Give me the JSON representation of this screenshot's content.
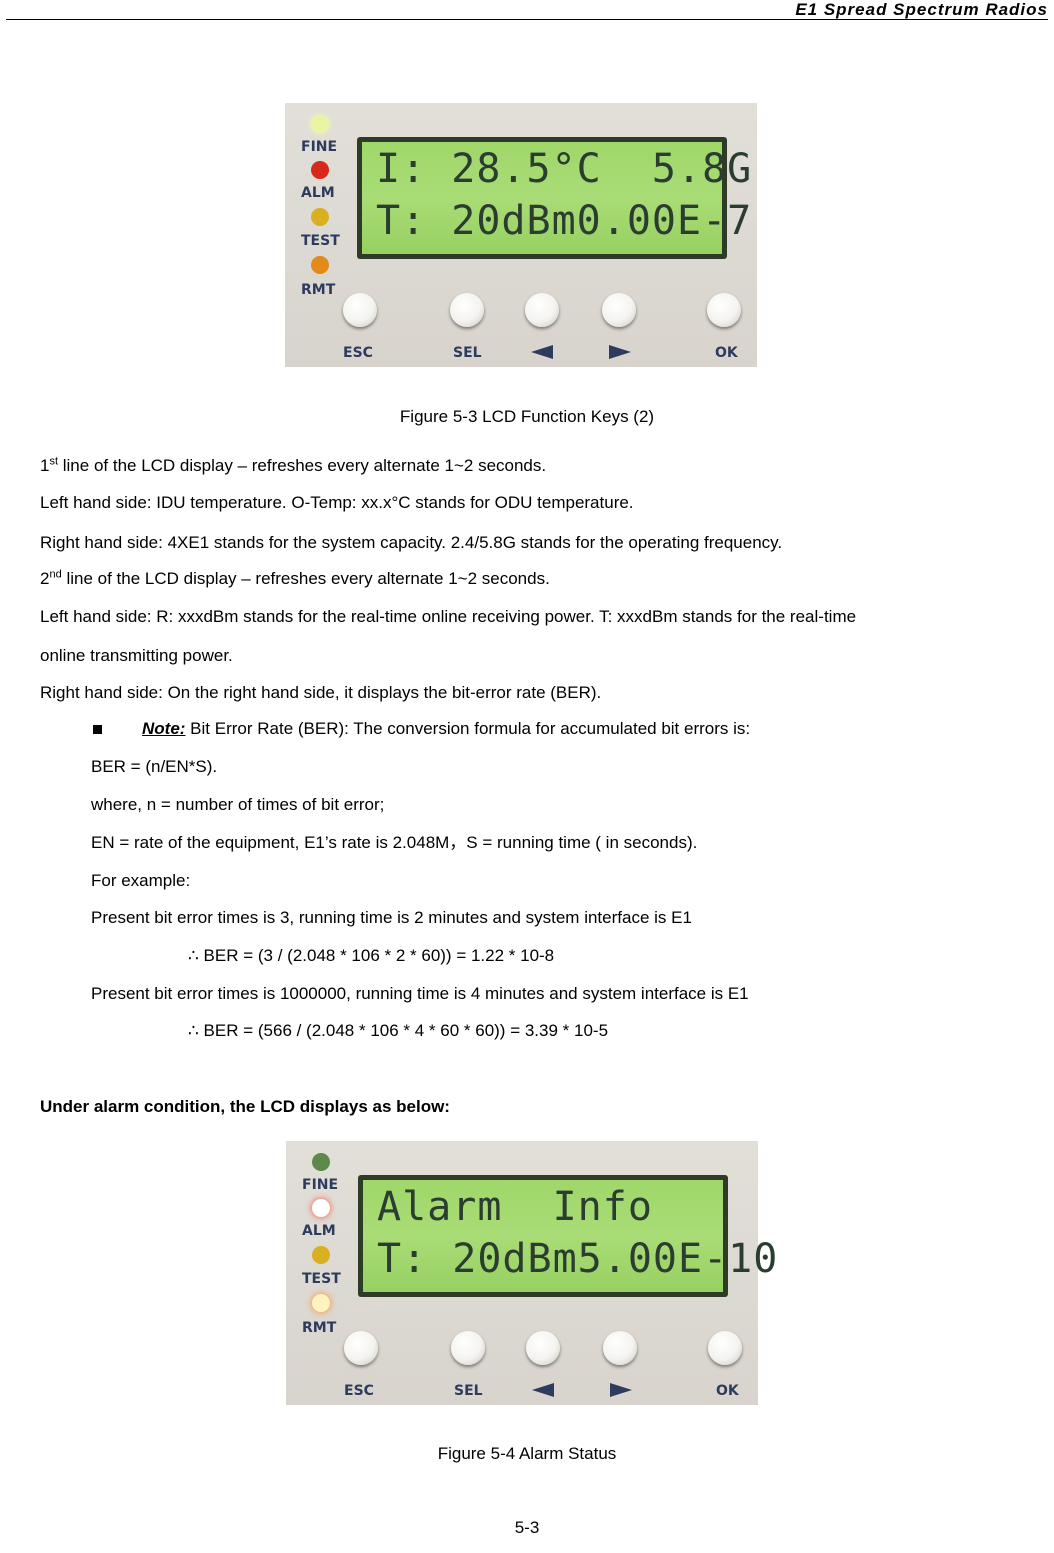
{
  "header": {
    "title": "E1 Spread Spectrum Radios"
  },
  "figure1": {
    "leds": [
      {
        "label": "FINE",
        "color": "#e9f5a0"
      },
      {
        "label": "ALM",
        "color": "#d8281c"
      },
      {
        "label": "TEST",
        "color": "#d8b020"
      },
      {
        "label": "RMT",
        "color": "#e28a1a"
      }
    ],
    "lcd_line1": "I: 28.5°C  5.8G",
    "lcd_line2": "T: 20dBm0.00E-7",
    "keys": {
      "esc": "ESC",
      "sel": "SEL",
      "ok": "OK"
    },
    "caption": "Figure 5-3 LCD Function Keys (2)"
  },
  "body": {
    "p1_sup": "st",
    "p1_pre": "1",
    "p1_rest": " line of the LCD display – refreshes every alternate 1~2 seconds.",
    "p2": "Left hand side: IDU temperature. O-Temp: xx.x°C stands for ODU temperature.",
    "p3": "Right hand side: 4XE1 stands for the system capacity. 2.4/5.8G stands for the operating frequency.",
    "p4_pre": "2",
    "p4_sup": "nd",
    "p4_rest": " line of the LCD display – refreshes every alternate 1~2 seconds.",
    "p5": "Left hand side: R: xxxdBm stands for the real-time online receiving power. T: xxxdBm stands for the real-time",
    "p6": "online transmitting power.",
    "p7": "Right hand side: On the right hand side, it displays the bit-error rate (BER).",
    "note_label": "Note:",
    "note_text": " Bit Error Rate (BER): The conversion formula for accumulated bit errors is:",
    "n1": "BER = (n/EN*S).",
    "n2": "where, n = number of times of bit error;",
    "n3": "EN = rate of the equipment, E1’s rate is 2.048M，S = running time ( in seconds).",
    "n4": "For example:",
    "n5": "Present bit error times is 3, running time is 2 minutes and system interface is E1",
    "n6": "∴  BER = (3 / (2.048 * 106 * 2 * 60)) = 1.22 * 10-8",
    "n7": "Present bit error times is 1000000, running time is 4 minutes and system interface is E1",
    "n8": "∴  BER = (566 / (2.048 * 106 * 4 * 60 * 60)) = 3.39 * 10-5",
    "alarm_heading": "Under alarm condition, the LCD displays as below:"
  },
  "figure2": {
    "leds": [
      {
        "label": "FINE",
        "color": "#5d8a4a"
      },
      {
        "label": "ALM",
        "color": "#ffffff"
      },
      {
        "label": "TEST",
        "color": "#d8b020"
      },
      {
        "label": "RMT",
        "color": "#fff3c0"
      }
    ],
    "lcd_line1": "Alarm  Info",
    "lcd_line2": "T: 20dBm5.00E-10",
    "keys": {
      "esc": "ESC",
      "sel": "SEL",
      "ok": "OK"
    },
    "caption": "Figure 5-4 Alarm Status"
  },
  "footer": {
    "page_number": "5-3"
  }
}
